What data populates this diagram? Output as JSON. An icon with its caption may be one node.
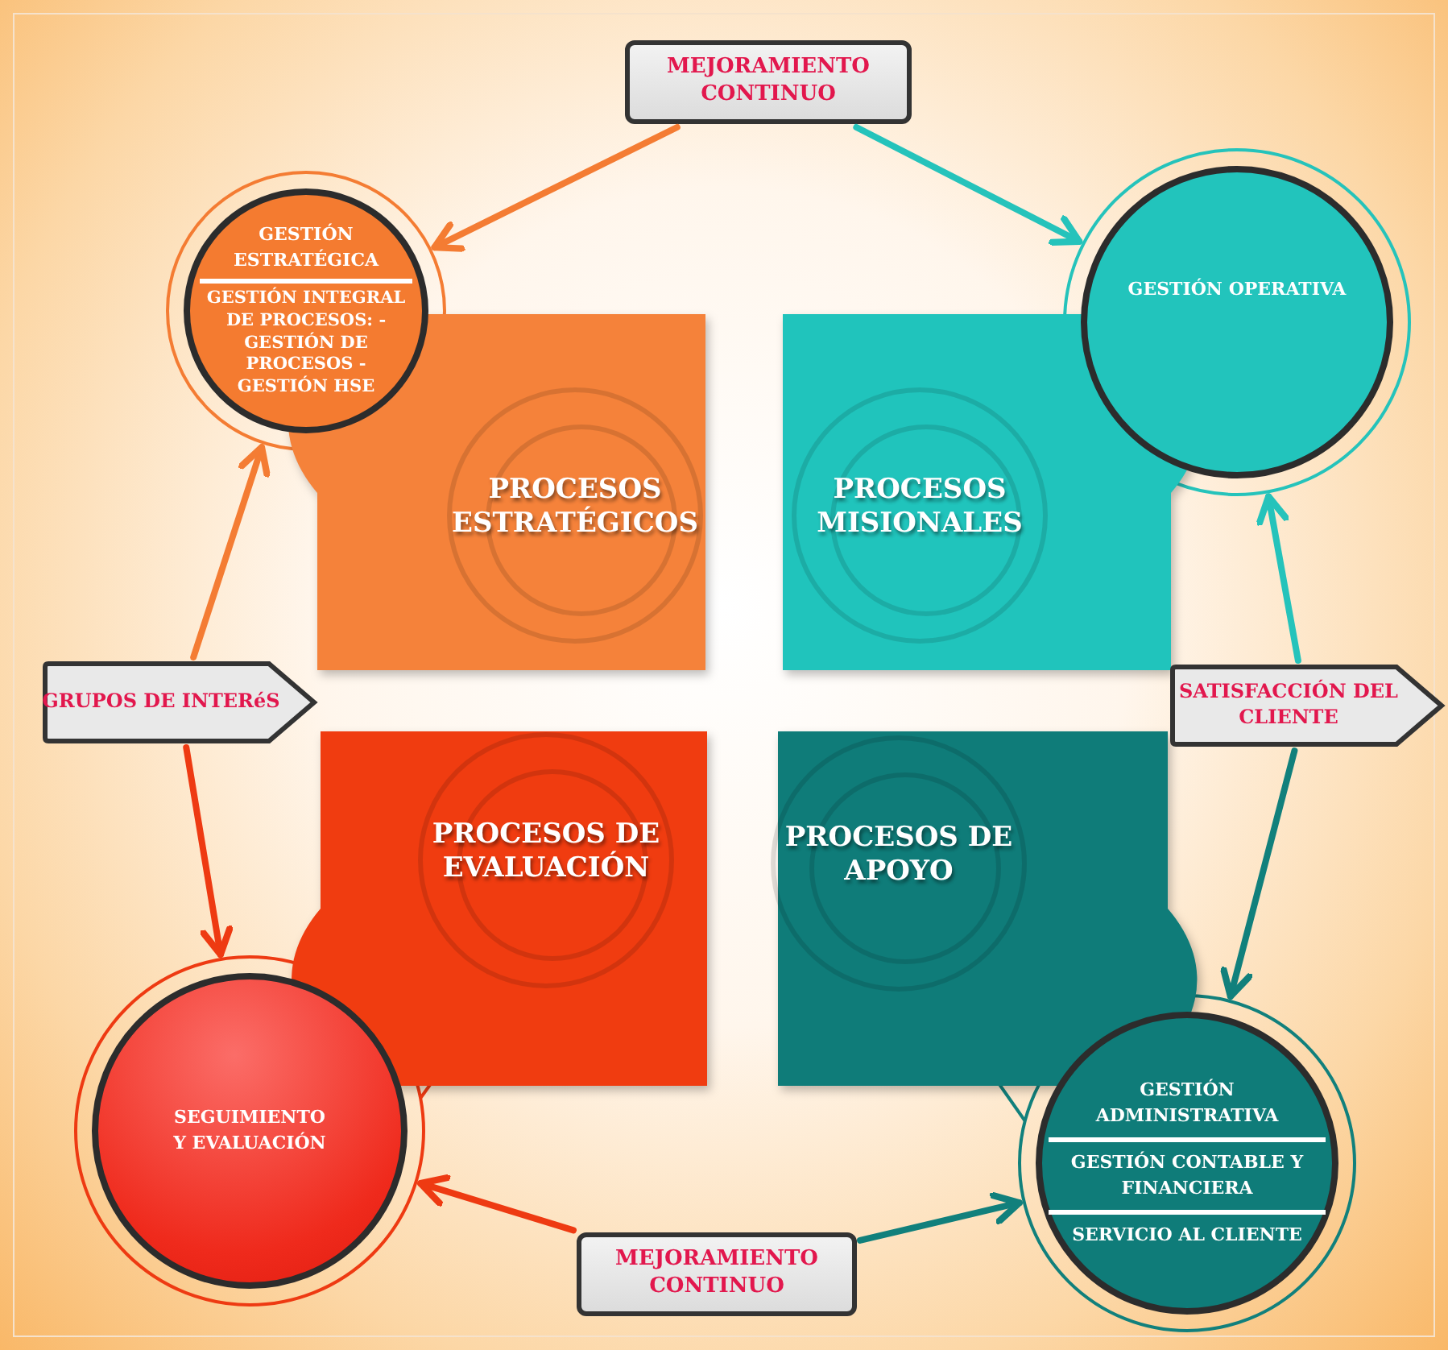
{
  "diagram": {
    "nodes": [
      {
        "text": [
          "PROCESOS ESTRATÉGICOS"
        ]
      },
      {
        "text": [
          "PROCESOS MISIONALES"
        ]
      },
      {
        "text": [
          "PROCESOS DE EVALUACIÓN"
        ]
      },
      {
        "text": [
          "PROCESOS DE APOYO"
        ]
      },
      {
        "text": [
          "GESTIÓN ESTRATÉGICA",
          "GESTIÓN INTEGRAL DE PROCESOS: -GESTIÓN DE PROCESOS -GESTIÓN HSE"
        ]
      },
      {
        "text": [
          "GESTIÓN OPERATIVA"
        ]
      },
      {
        "text": [
          "SEGUIMIENTO Y EVALUACIÓN"
        ]
      },
      {
        "text": [
          "GESTIÓN ADMINISTRATIVA",
          "GESTIÓN  CONTABLE Y FINANCIERA",
          "SERVICIO AL CLIENTE"
        ]
      },
      {
        "text": [
          "MEJORAMIENTO CONTINUO"
        ]
      },
      {
        "text": [
          "GRUPOS DE INTERéS"
        ]
      },
      {
        "text": [
          "SATISFACCIÓN DEL CLIENTE"
        ]
      },
      {
        "text": [
          "MEJORAMIENTO CONTINUO"
        ]
      }
    ],
    "edges": [
      {
        "from": 8,
        "to": 4,
        "arrow": "to",
        "color": "#f47c33"
      },
      {
        "from": 8,
        "to": 5,
        "arrow": "to",
        "color": "#25c3bb"
      },
      {
        "from": 9,
        "to": 4,
        "arrow": "to",
        "color": "#f47c33"
      },
      {
        "from": 9,
        "to": 6,
        "arrow": "to",
        "color": "#ee3a12"
      },
      {
        "from": 10,
        "to": 5,
        "arrow": "to",
        "color": "#25c3bb"
      },
      {
        "from": 10,
        "to": 7,
        "arrow": "to",
        "color": "#11807c"
      },
      {
        "from": 11,
        "to": 6,
        "arrow": "to",
        "color": "#ee3a12"
      },
      {
        "from": 11,
        "to": 7,
        "arrow": "to",
        "color": "#11807c"
      }
    ]
  }
}
